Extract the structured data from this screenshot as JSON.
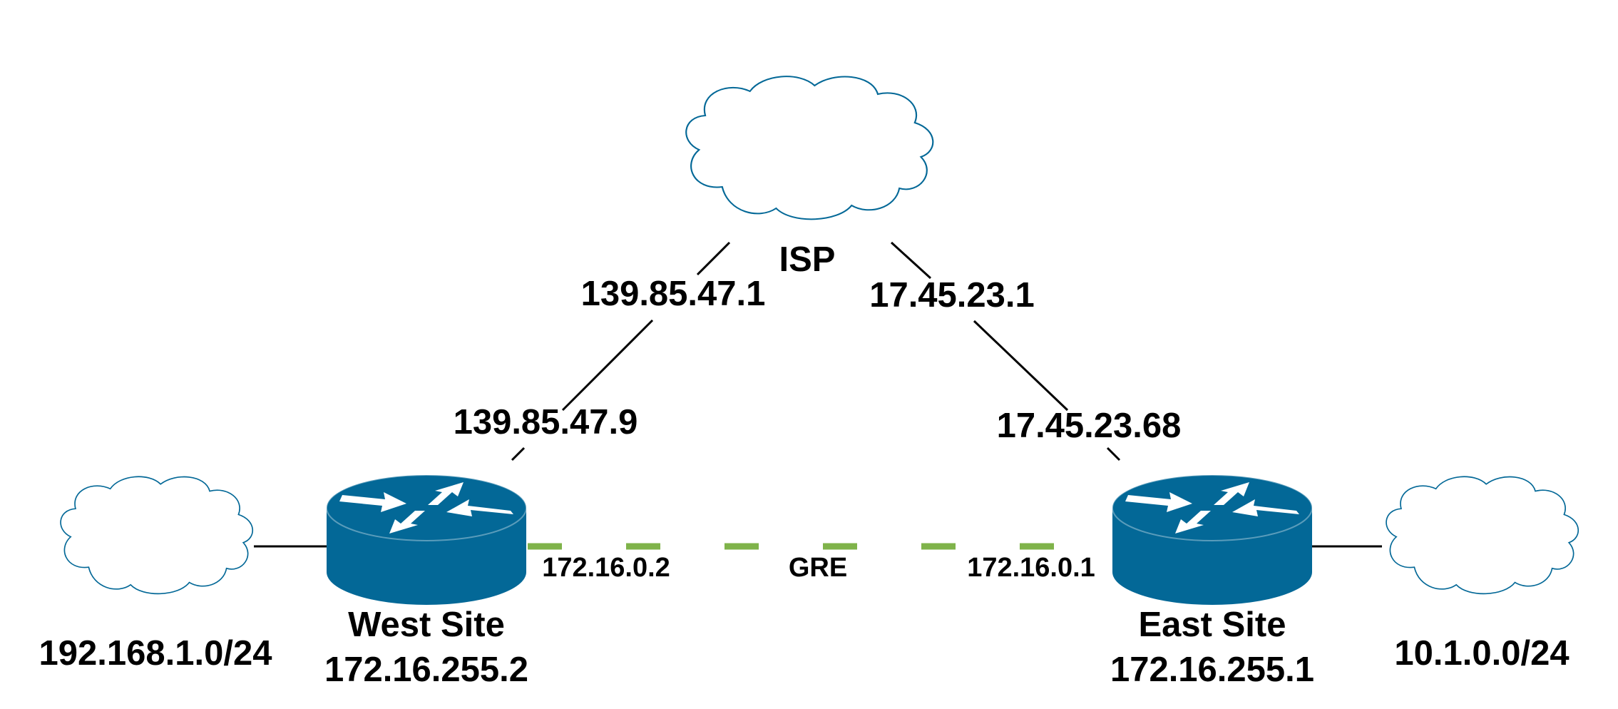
{
  "colors": {
    "router_fill": "#036897",
    "router_arrows": "#ffffff",
    "cloud_stroke": "#036897",
    "link": "#000000",
    "gre_tunnel": "#7fb34a",
    "text": "#000000"
  },
  "icons": {
    "cloud": "cloud-icon",
    "router": "router-icon"
  },
  "isp": {
    "label": "ISP"
  },
  "west": {
    "site_label": "West Site",
    "loopback": "172.16.255.2",
    "lan_subnet": "192.168.1.0/24",
    "wan_ip": "139.85.47.9",
    "tunnel_ip": "172.16.0.2"
  },
  "east": {
    "site_label": "East Site",
    "loopback": "172.16.255.1",
    "lan_subnet": "10.1.0.0/24",
    "wan_ip": "17.45.23.68",
    "tunnel_ip": "172.16.0.1"
  },
  "links": {
    "isp_west_ip": "139.85.47.1",
    "isp_east_ip": "17.45.23.1",
    "tunnel_label": "GRE"
  }
}
